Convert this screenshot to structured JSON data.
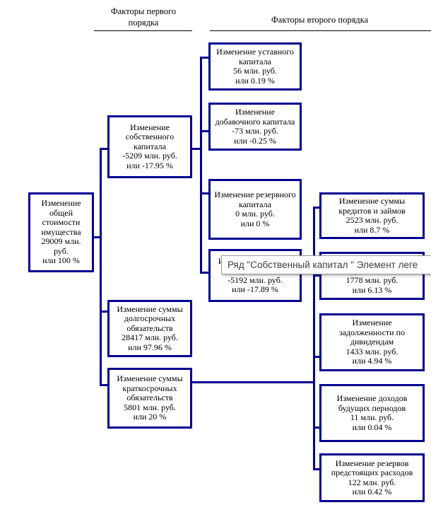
{
  "headers": {
    "first_order": "Факторы первого\nпорядка",
    "second_order": "Факторы второго порядка"
  },
  "tooltip": {
    "text": "Ряд \"Собственный капитал \" Элемент леге"
  },
  "boxes": {
    "total": {
      "text": "Изменение\nобщей\nстоимости\nимущества\n29009 млн.\nруб.\nили 100 %"
    },
    "equity": {
      "text": "Изменение\nсобственного\nкапитала\n-5209 млн. руб.\nили -17.95 %"
    },
    "longterm": {
      "text": "Изменение суммы\nдолгосрочных\nобязательств\n28417 млн. руб.\nили 97.96 %"
    },
    "shortterm": {
      "text": "Изменение суммы\nкраткосрочных\nобязательств\n5801 млн. руб.\nили 20 %"
    },
    "charter": {
      "text": "Изменение уставного\nкапитала\n56 млн. руб.\nили 0.19 %"
    },
    "additional": {
      "text": "Изменение\nдобавочного капитала\n-73 млн. руб.\nили -0.25 %"
    },
    "reserve": {
      "text": "Изменение резервного\nкапитала\n0 млн. руб.\nили 0 %"
    },
    "profit": {
      "text": "Изменение прибыли\n(убытка)\n-5192 млн. руб.\nили -17.89 %"
    },
    "credits": {
      "text": "Изменение суммы\nкредитов и займов\n2523 млн. руб.\nили 8.7 %"
    },
    "payables": {
      "text": "Изменение кредиторской\nзадолженности\n1778 млн. руб.\nили 6.13 %"
    },
    "dividends": {
      "text": "Изменение\nзадолженности по\nдивидендам\n1433 млн. руб.\nили 4.94 %"
    },
    "deferred": {
      "text": "Изменение доходов\nбудущих периодов\n11 млн. руб.\nили 0.04 %"
    },
    "provisions": {
      "text": "Изменение резервов\nпредстоящих расходов\n122 млн. руб.\nили 0.42 %"
    }
  },
  "colors": {
    "box_border": "#000090",
    "connector": "#000090",
    "tooltip_text": "#3f3f3f"
  }
}
